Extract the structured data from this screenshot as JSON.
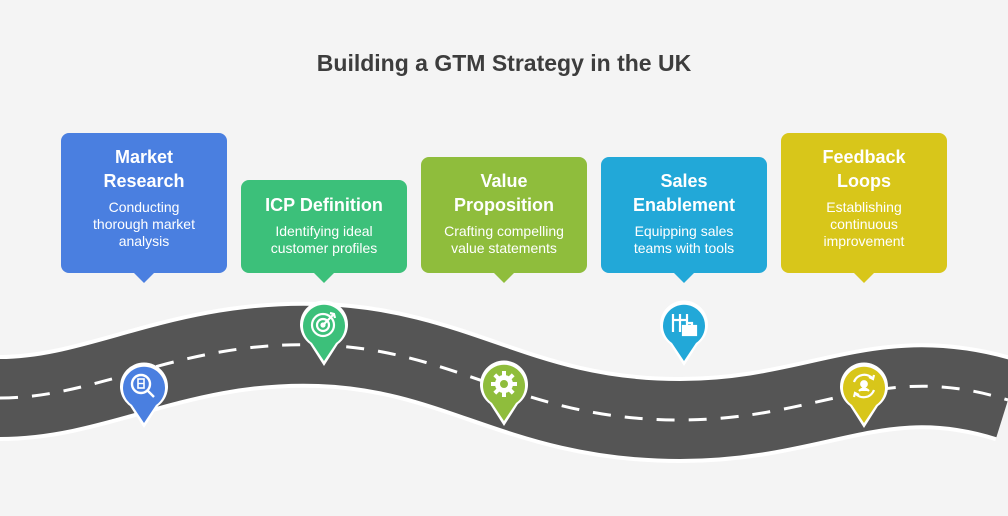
{
  "title": "Building a GTM Strategy in the UK",
  "steps": [
    {
      "title": "Market Research",
      "description": "Conducting thorough market analysis",
      "color": "#4a7fe0",
      "icon": "market-research-icon"
    },
    {
      "title": "ICP Definition",
      "description": "Identifying ideal customer profiles",
      "color": "#3cc07a",
      "icon": "target-icon"
    },
    {
      "title": "Value Proposition",
      "description": "Crafting compelling value statements",
      "color": "#8fbd3c",
      "icon": "gear-icon"
    },
    {
      "title": "Sales Enablement",
      "description": "Equipping sales teams with tools",
      "color": "#22a8d8",
      "icon": "sales-tools-icon"
    },
    {
      "title": "Feedback Loops",
      "description": "Establishing continuous improvement",
      "color": "#d8c61a",
      "icon": "feedback-loop-icon"
    }
  ]
}
